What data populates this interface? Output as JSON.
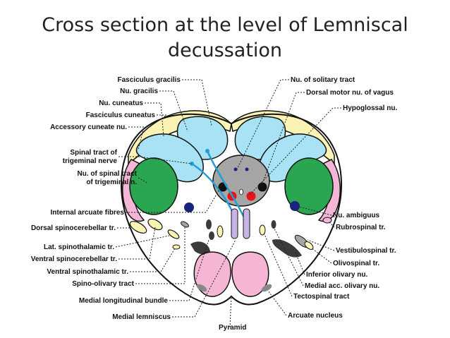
{
  "title_line1": "Cross section at the level of Lemniscal",
  "title_line2": "decussation",
  "colors": {
    "outline": "#111111",
    "yellow": "#fbf3b4",
    "light_blue": "#a8e2f4",
    "green": "#2aa650",
    "pink": "#f5b6d6",
    "gray_center": "#a6a6a6",
    "dark_gray": "#3b3b3b",
    "navy": "#1a237e",
    "red": "#e8141c",
    "fibre_blue": "#1f9fd2"
  },
  "labels_left": [
    "Fasciculus gracilis",
    "Nu. gracilis",
    "Nu. cuneatus",
    "Fasciculus cuneatus",
    "Accessory cuneate nu.",
    "Spinal tract of",
    "trigeminal nerve",
    "Nu. of spinal tract",
    "of trigeminal n.",
    "Internal arcuate fibres",
    "Dorsal spinocerebellar tr.",
    "Lat. spinothalamic tr.",
    "Ventral spinocerebellar tr.",
    "Ventral spinothalamic tr.",
    "Spino-olivary tract",
    "Medial longitudinal bundle",
    "Medial lemniscus"
  ],
  "labels_right": [
    "Nu. of solitary tract",
    "Dorsal motor nu. of vagus",
    "Hypoglossal nu.",
    "Nu. ambiguus",
    "Rubrospinal tr.",
    "Vestibulospinal tr.",
    "Olivospinal tr.",
    "Inferior olivary nu.",
    "Medial acc. olivary nu.",
    "Tectospinal tract",
    "Arcuate nucleus"
  ],
  "label_bottom": "Pyramid"
}
